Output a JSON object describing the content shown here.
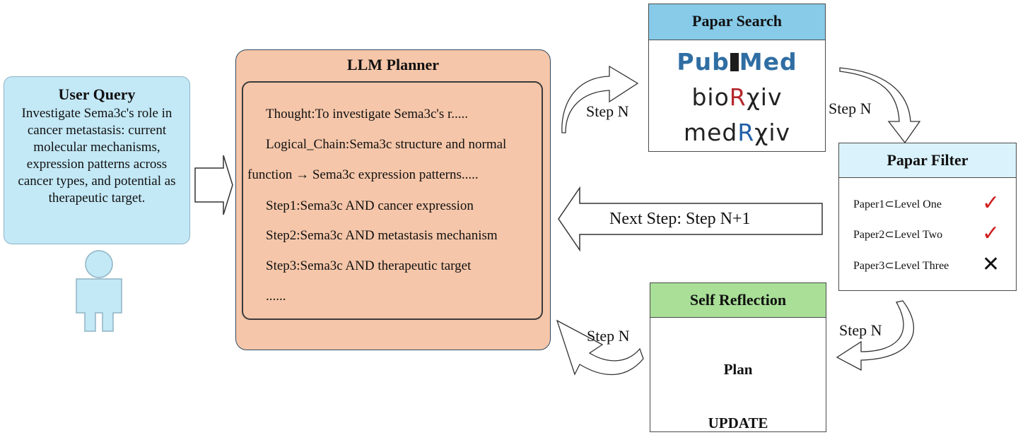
{
  "user_query": {
    "title": "User Query",
    "lines": [
      "Investigate Sema3c's role in",
      "cancer metastasis: current",
      "molecular mechanisms,",
      "expression patterns across",
      "cancer types, and potential as",
      "therapeutic target."
    ]
  },
  "planner": {
    "title": "LLM Planner",
    "lines": [
      "Thought:To investigate Sema3c's r.....",
      "Logical_Chain:Sema3c structure and normal",
      "function → Sema3c expression patterns.....",
      "Step1:Sema3c AND cancer expression",
      "Step2:Sema3c AND metastasis mechanism",
      "Step3:Sema3c AND therapeutic target",
      "......"
    ]
  },
  "search": {
    "title": "Papar Search",
    "logos": {
      "pubmed": [
        "Pub",
        "Med"
      ],
      "biorxiv": [
        "bio",
        "R",
        "χiv"
      ],
      "medrxiv": [
        "med",
        "R",
        "χiv"
      ]
    }
  },
  "filter": {
    "title": "Papar Filter",
    "rows": [
      {
        "text": "Paper1⊂Level One",
        "mark": "✓"
      },
      {
        "text": "Paper2⊂Level Two",
        "mark": "✓"
      },
      {
        "text": "Paper3⊂Level Three",
        "mark": "✕"
      }
    ]
  },
  "reflection": {
    "title": "Self Reflection",
    "plan": "Plan",
    "update": "UPDATE"
  },
  "arrows": {
    "planner_to_search": "Step N",
    "search_to_filter": "Step N",
    "filter_to_reflection": "Step N",
    "reflection_to_planner": "Step N",
    "filter_to_planner": "Next Step: Step N+1"
  },
  "colors": {
    "user_query_fill": "#c3e8f6",
    "planner_fill": "#f5c6a9",
    "search_header": "#87cbe9",
    "filter_header": "#d9f2fb",
    "reflection_header": "#a9df97",
    "cycle_arrow": "#5ee8f2",
    "check": "#d11f1f",
    "pubmed_blue": "#2f6ea3",
    "rxiv_red": "#b5262b",
    "rxiv_blue": "#1f5fa6"
  }
}
